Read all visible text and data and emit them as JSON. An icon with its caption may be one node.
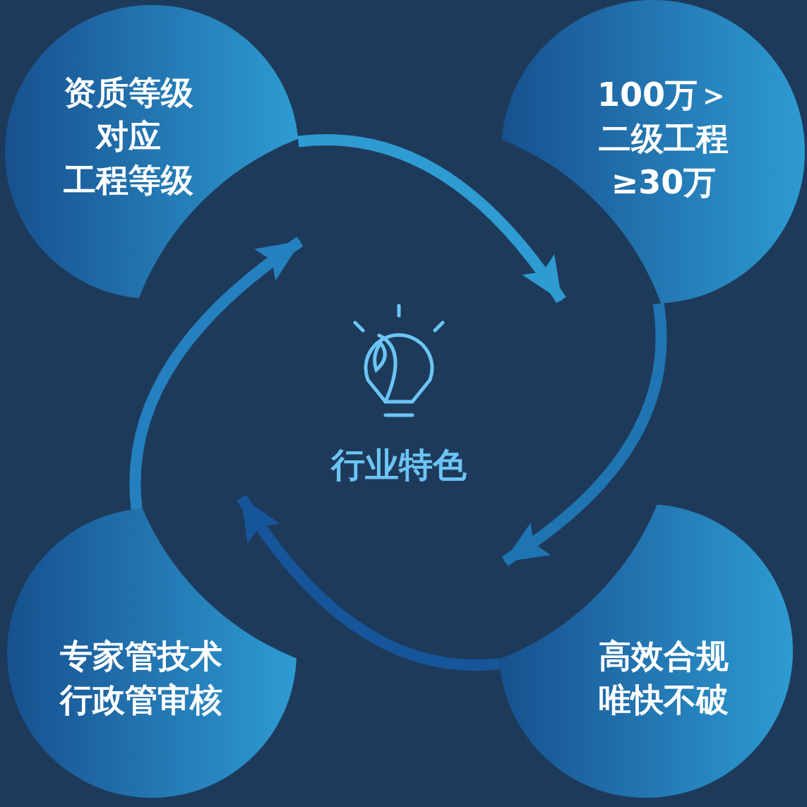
{
  "diagram": {
    "nodes": [
      {
        "text": [
          "资质等级",
          "对应",
          "工程等级"
        ]
      },
      {
        "text": [
          "100万＞",
          "二级工程",
          "≥30万"
        ]
      },
      {
        "text": [
          "专家管技术",
          "行政管审核"
        ]
      },
      {
        "text": [
          "高效合规",
          "唯快不破"
        ]
      }
    ],
    "edges": [
      {
        "from": 0,
        "to": 1,
        "arrow": "to"
      },
      {
        "from": 1,
        "to": 3,
        "arrow": "to"
      },
      {
        "from": 3,
        "to": 2,
        "arrow": "to"
      },
      {
        "from": 2,
        "to": 0,
        "arrow": "to"
      }
    ],
    "labels": [
      "行业特色"
    ]
  }
}
